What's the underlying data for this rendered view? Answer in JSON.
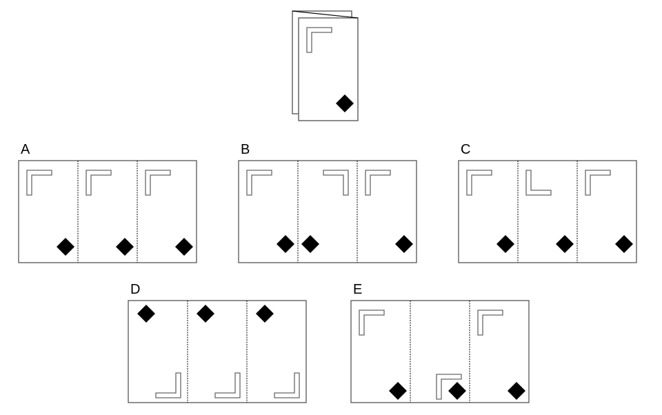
{
  "question": {
    "folded_paper": {
      "l_shape": "top-left",
      "diamond": "bottom-right"
    }
  },
  "options": [
    {
      "label": "A",
      "panels": [
        {
          "l": "tl",
          "l_pos": "top",
          "diamond": "bottom-right"
        },
        {
          "l": "tl",
          "l_pos": "top",
          "diamond": "bottom-right"
        },
        {
          "l": "tl",
          "l_pos": "top",
          "diamond": "bottom-right"
        }
      ]
    },
    {
      "label": "B",
      "panels": [
        {
          "l": "tl",
          "l_pos": "top",
          "diamond": "bottom-right"
        },
        {
          "l": "tr",
          "l_pos": "top",
          "diamond": "bottom-left"
        },
        {
          "l": "tl",
          "l_pos": "top",
          "diamond": "bottom-right"
        }
      ]
    },
    {
      "label": "C",
      "panels": [
        {
          "l": "tl",
          "l_pos": "top",
          "diamond": "bottom-right"
        },
        {
          "l": "bl",
          "l_pos": "top",
          "diamond": "bottom-right"
        },
        {
          "l": "tl",
          "l_pos": "top",
          "diamond": "bottom-right"
        }
      ]
    },
    {
      "label": "D",
      "panels": [
        {
          "l": "br",
          "l_pos": "bottom",
          "diamond": "top-left"
        },
        {
          "l": "br",
          "l_pos": "bottom",
          "diamond": "top-left"
        },
        {
          "l": "br",
          "l_pos": "bottom",
          "diamond": "top-left"
        }
      ]
    },
    {
      "label": "E",
      "panels": [
        {
          "l": "tl",
          "l_pos": "top",
          "diamond": "bottom-right"
        },
        {
          "l": "tl",
          "l_pos": "bottom",
          "diamond": "bottom-right"
        },
        {
          "l": "tl",
          "l_pos": "top",
          "diamond": "bottom-right"
        }
      ]
    }
  ]
}
